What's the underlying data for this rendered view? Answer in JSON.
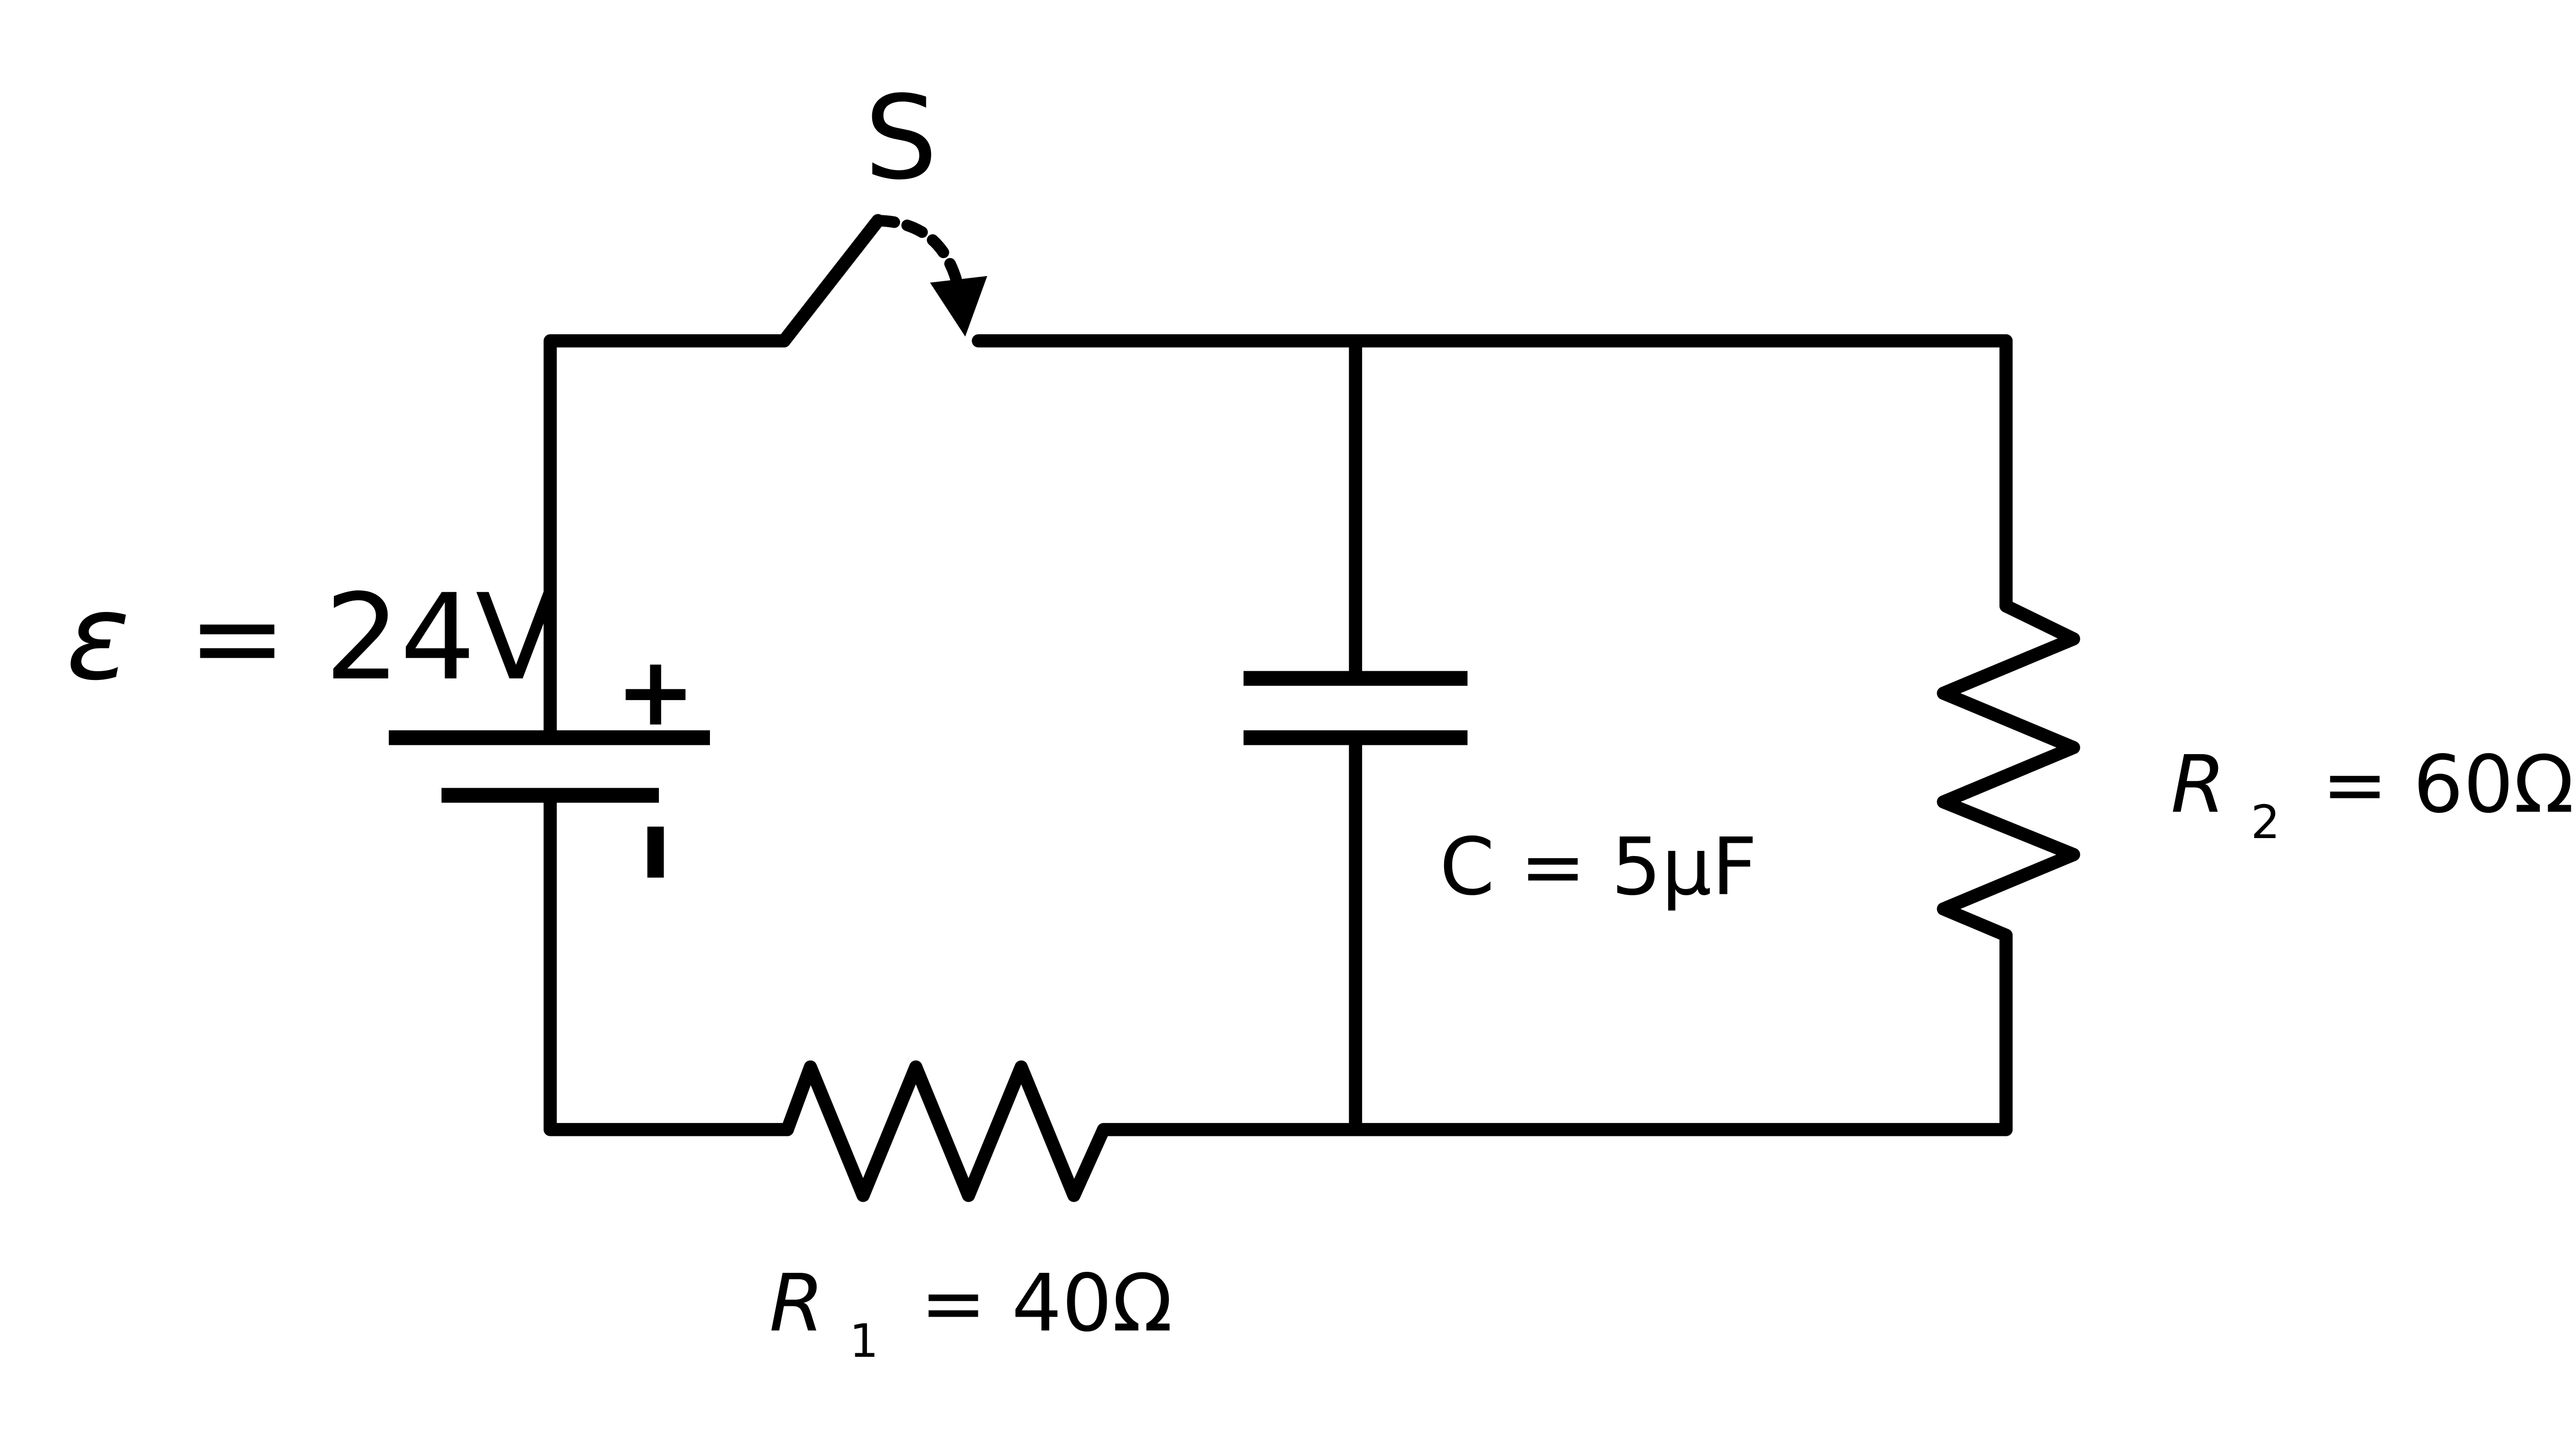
{
  "colors": {
    "ink": "#000000",
    "background": "#ffffff"
  },
  "labels": {
    "switch": "S",
    "emf_symbol": "ε",
    "emf_value": "= 24V",
    "battery_plus": "+",
    "capacitor": "C = 5μF",
    "r1_symbol": "R",
    "r1_subscript": "1",
    "r1_value": "= 40Ω",
    "r2_symbol": "R",
    "r2_subscript": "2",
    "r2_value": "= 60Ω"
  }
}
